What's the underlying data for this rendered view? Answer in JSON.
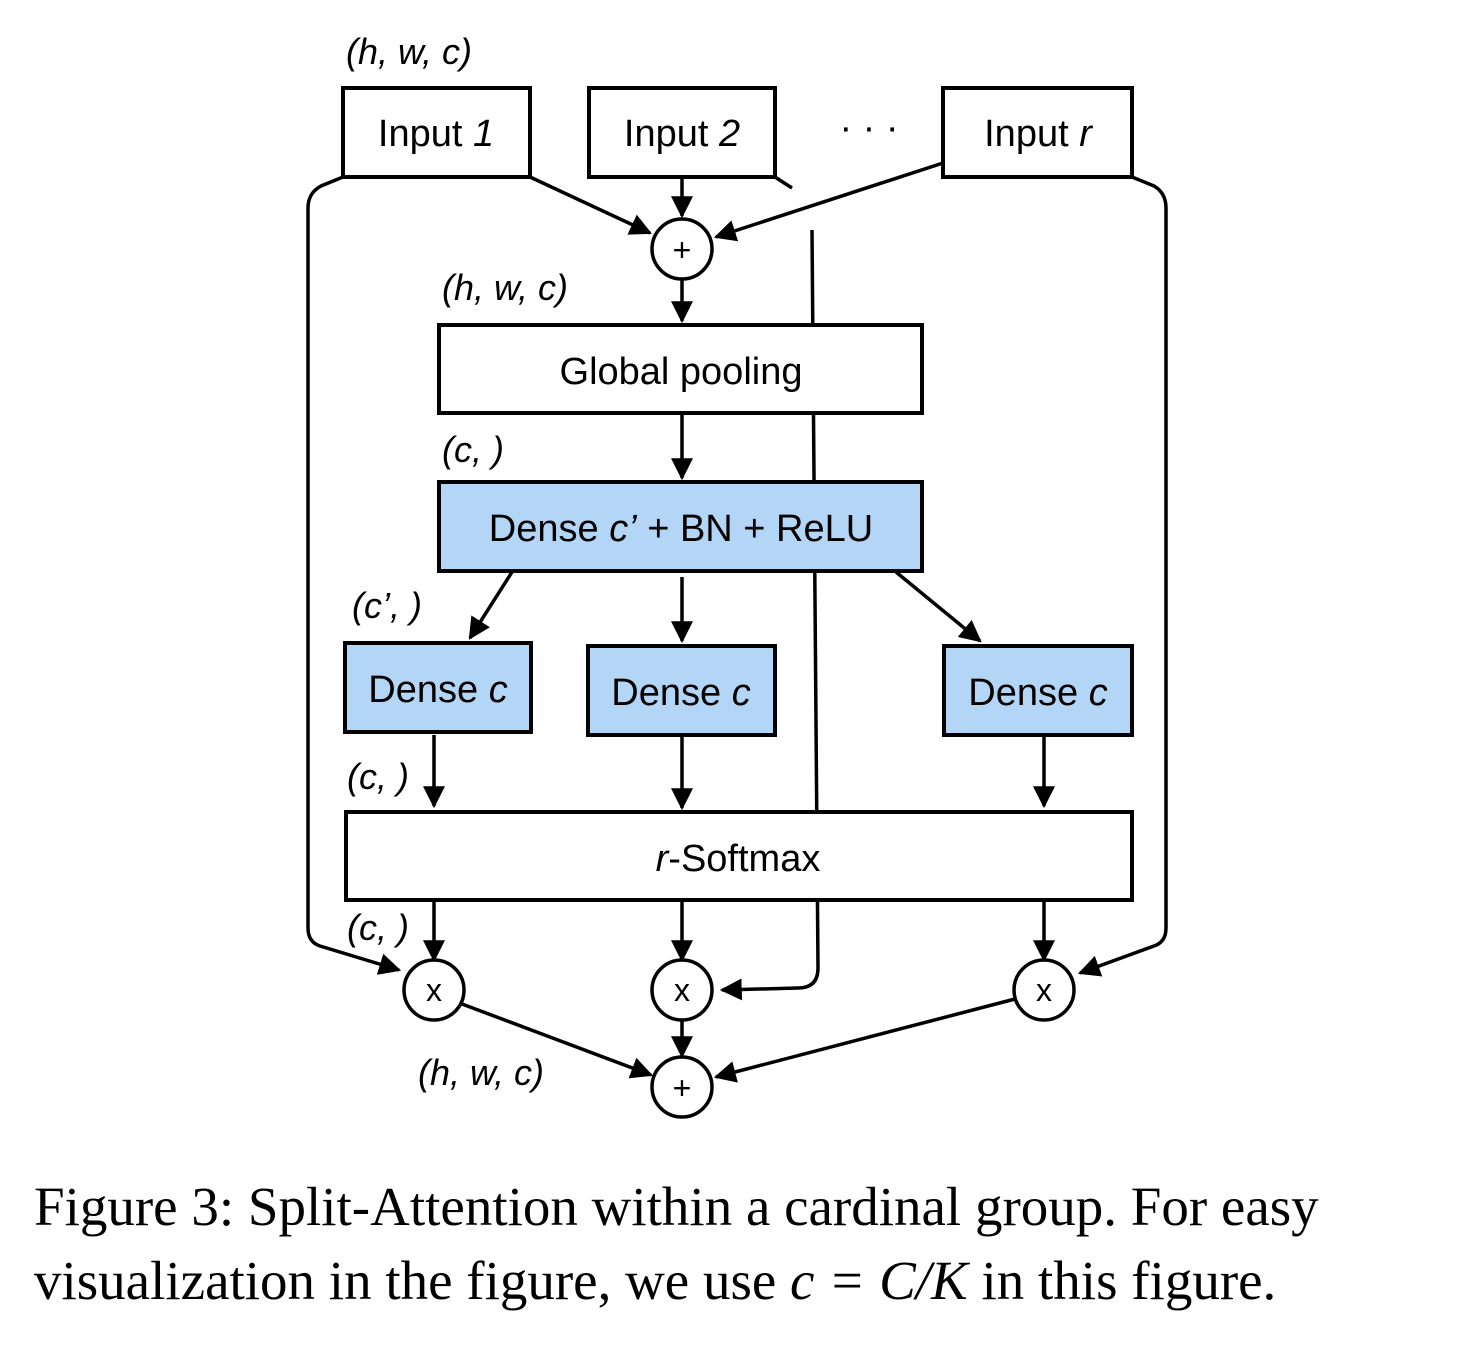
{
  "inputs": {
    "input1": {
      "prefix": "Input ",
      "suffix": "1"
    },
    "input2": {
      "prefix": "Input ",
      "suffix": "2"
    },
    "ellipsis": "· · ·",
    "inputr": {
      "prefix": "Input ",
      "suffix": "r"
    }
  },
  "dims": {
    "top": "(h, w, c)",
    "after_sum": "(h, w, c)",
    "after_pool": "(c, )",
    "after_dense1": "(c’, )",
    "after_dense2": "(c, )",
    "after_softmax": "(c, )",
    "output": "(h, w, c)"
  },
  "blocks": {
    "pooling": "Global pooling",
    "dense1": {
      "a": "Dense ",
      "b": "c’",
      "c": " + BN + ReLU"
    },
    "dense_c": {
      "a": "Dense ",
      "b": "c"
    },
    "softmax": {
      "a": "r",
      "b": "-Softmax"
    }
  },
  "operators": {
    "plus": "+",
    "times": "x"
  },
  "colors": {
    "dense_fill": "#b3d6f7",
    "stroke": "#000000",
    "background": "#ffffff"
  },
  "caption": {
    "lead": "Figure 3: Split-Attention within a cardinal group. For easy visualization in the figure, we use ",
    "formula": "c = C/K",
    "tail": " in this figure."
  }
}
